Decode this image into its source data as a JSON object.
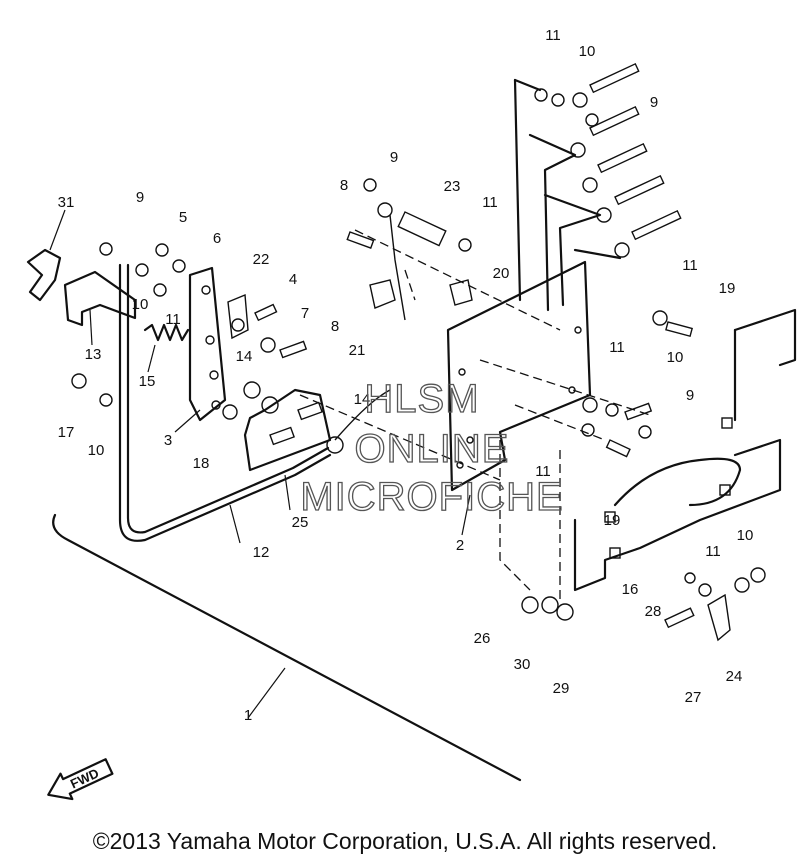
{
  "callouts": [
    "1",
    "2",
    "3",
    "4",
    "5",
    "6",
    "7",
    "8",
    "9",
    "10",
    "11",
    "12",
    "13",
    "14",
    "15",
    "16",
    "17",
    "18",
    "19",
    "20",
    "21",
    "22",
    "23",
    "24",
    "25",
    "26",
    "27",
    "28",
    "29",
    "30",
    "31"
  ],
  "fwd_label": "FWD",
  "watermark": [
    "HLSM",
    "ONLINE",
    "MICROFICHE"
  ],
  "copyright": "©2013 Yamaha Motor Corporation, U.S.A. All rights reserved."
}
